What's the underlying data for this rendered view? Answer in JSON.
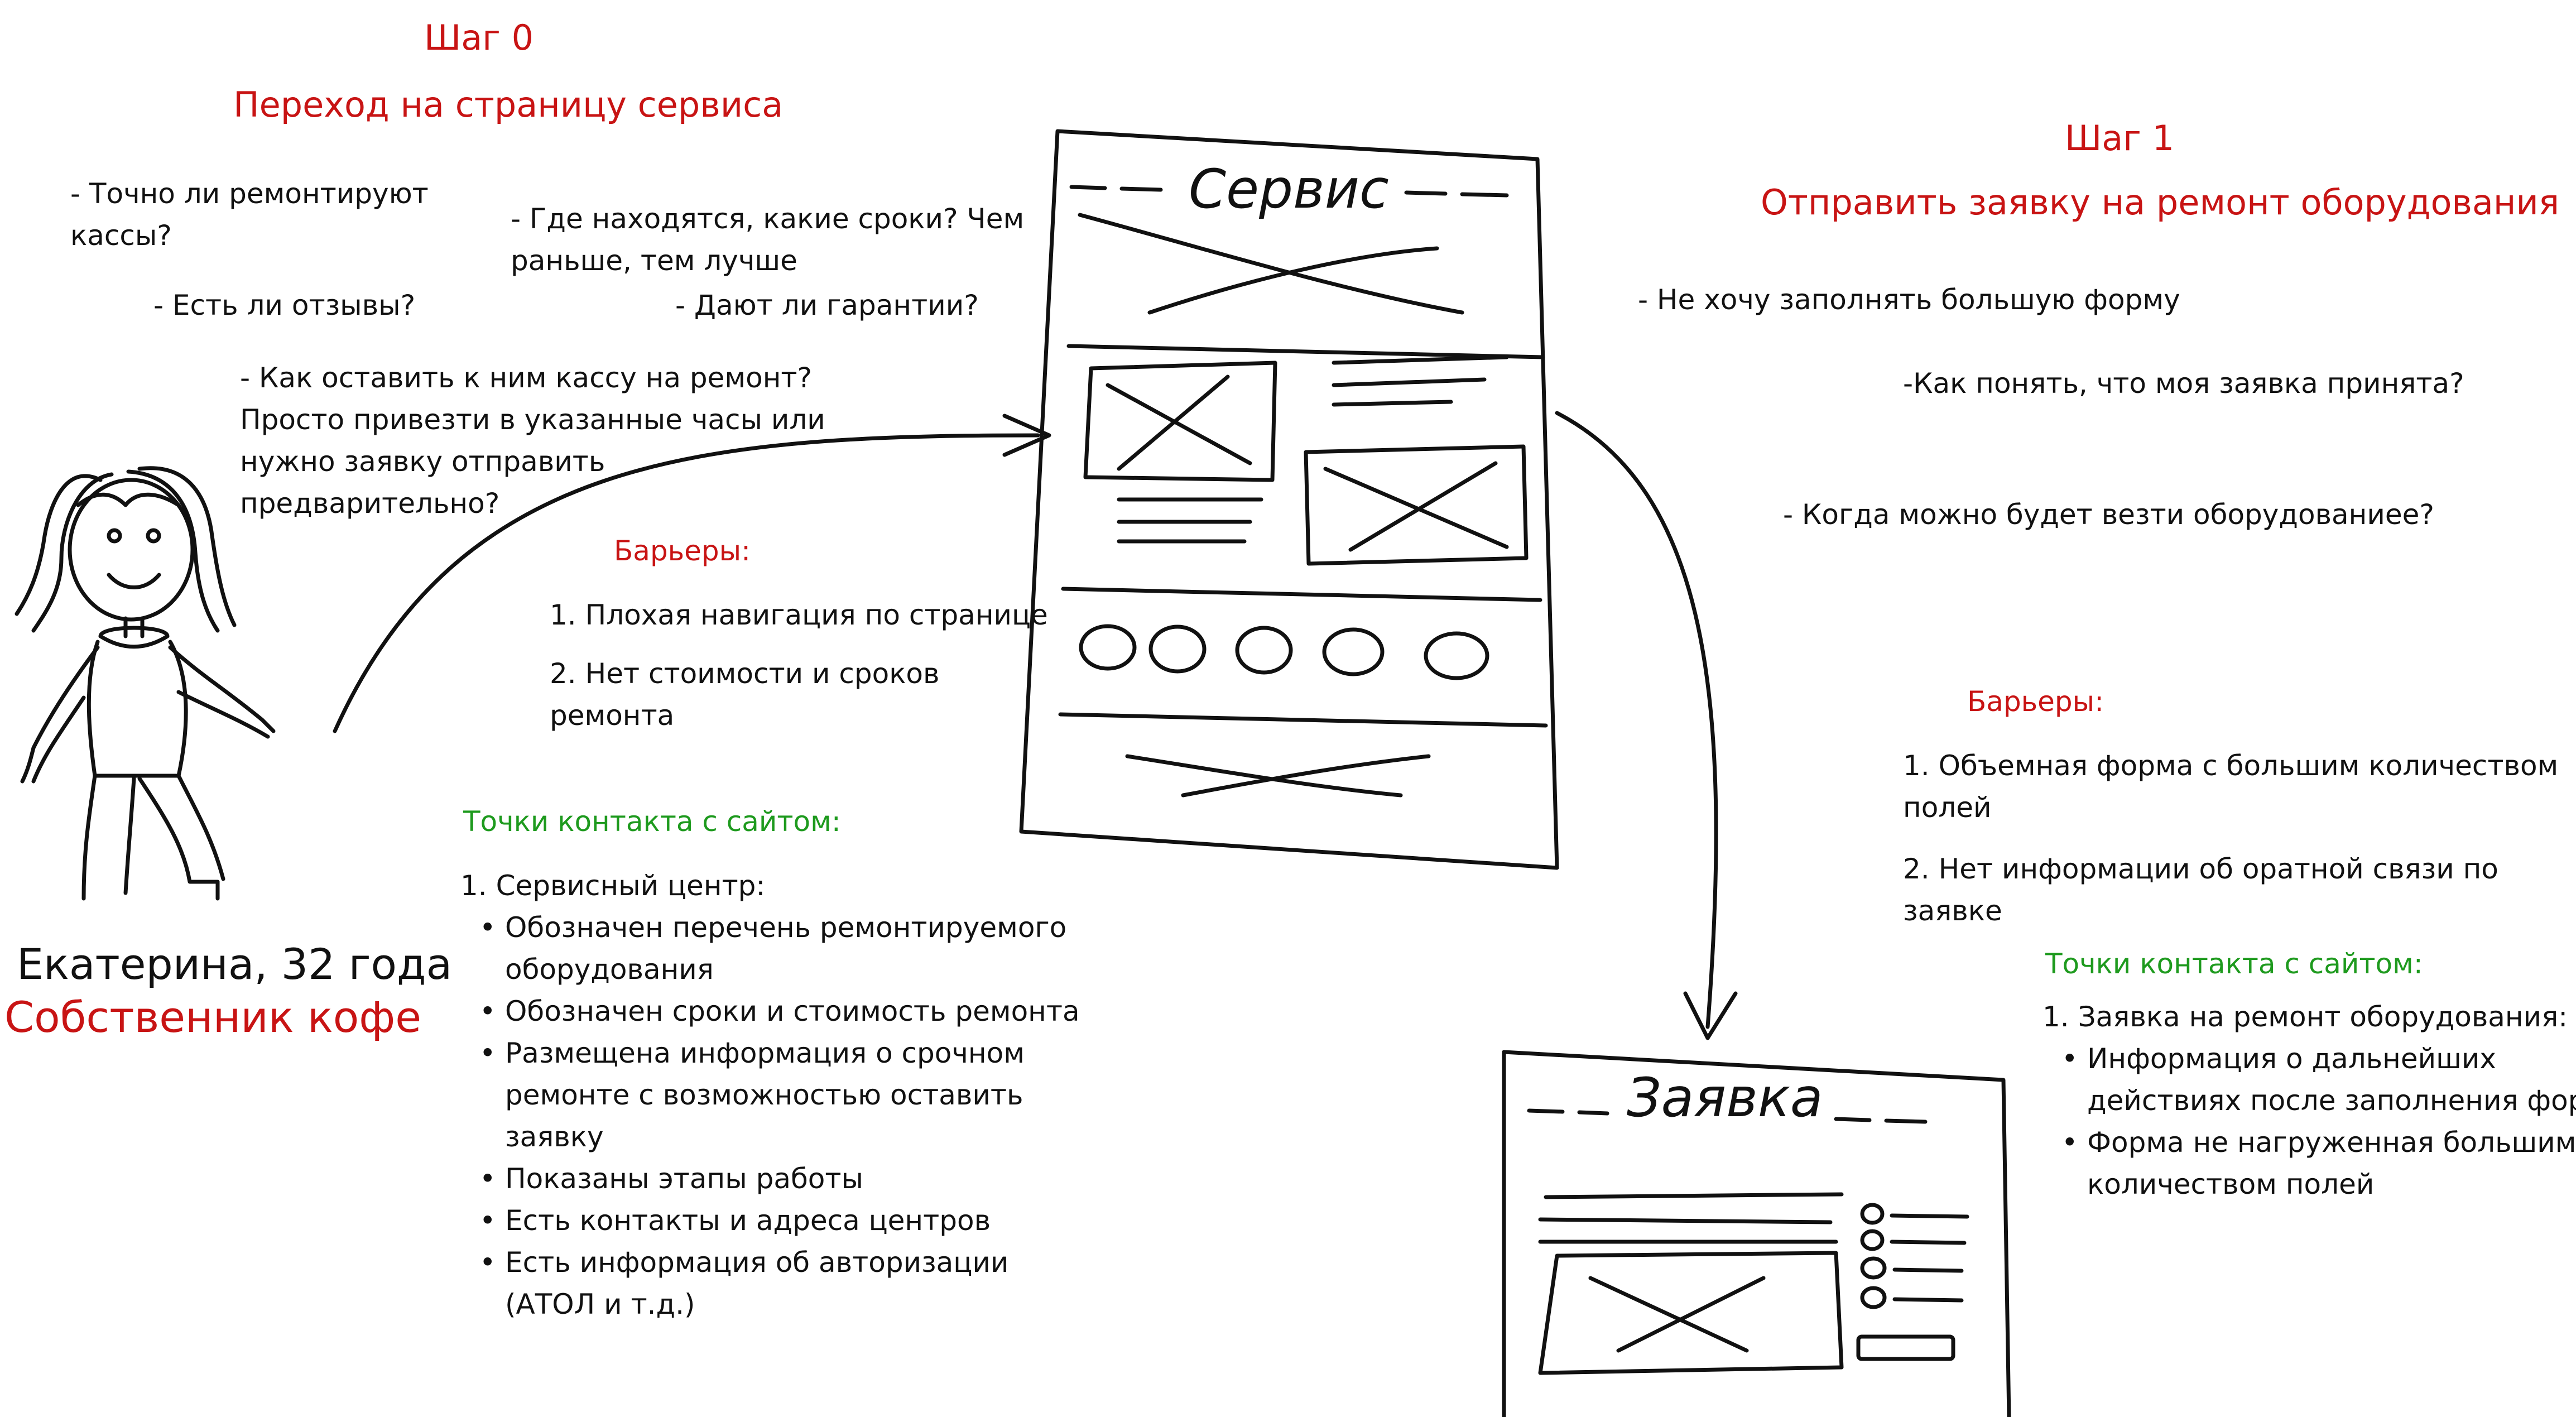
{
  "step0": {
    "title": "Шаг 0",
    "subtitle": "Переход на страницу сервиса",
    "questions": [
      "- Точно ли ремонтируют",
      "кассы?",
      "- Где находятся, какие сроки? Чем",
      "раньше, тем лучше",
      "- Есть ли отзывы?",
      "- Дают ли гарантии?",
      "- Как оставить к ним кассу на ремонт?",
      "Просто привезти в указанные часы или",
      "нужно заявку отправить",
      "предварительно?"
    ],
    "barriers_title": "Барьеры:",
    "barriers": [
      "1. Плохая навигация по странице",
      "2.  Нет стоимости и сроков",
      "ремонта"
    ],
    "touch_title": "Точки контакта с сайтом:",
    "touch_heading": "1. Сервисный центр:",
    "touch_items": [
      [
        "Обозначен перечень ремонтируемого",
        "оборудования"
      ],
      [
        "Обозначен сроки и стоимость ремонта"
      ],
      [
        "Размещена информация о срочном",
        "ремонте с возможностью оставить",
        "заявку"
      ],
      [
        "Показаны этапы работы"
      ],
      [
        "Есть контакты и адреса центров"
      ],
      [
        "Есть информация об авторизации",
        "(АТОЛ и т.д.)"
      ]
    ]
  },
  "persona": {
    "name": "Екатерина, 32 года",
    "role": "Собственник кофе"
  },
  "sketch_service": {
    "label": "Сервис"
  },
  "sketch_request": {
    "label": "Заявка"
  },
  "step1": {
    "title": "Шаг 1",
    "subtitle": "Отправить заявку на ремонт оборудования",
    "questions": [
      "- Не хочу заполнять большую форму",
      "-Как понять, что моя заявка принята?",
      "- Когда можно будет везти оборудованиее?"
    ],
    "barriers_title": "Барьеры:",
    "barriers": [
      "1.  Объемная форма с большим количеством",
      "полей",
      "2. Нет информации об оратной связи по",
      "заявке"
    ],
    "touch_title": "Точки контакта с сайтом:",
    "touch_heading": "1.   Заявка на ремонт оборудования:",
    "touch_items": [
      [
        "Информация о дальнейших",
        "действиях после заполнения формы"
      ],
      [
        "Форма не нагруженная большим",
        "количеством полей"
      ]
    ]
  },
  "colors": {
    "accent_red": "#c81414",
    "accent_green": "#1e9a1e",
    "ink": "#111111"
  }
}
